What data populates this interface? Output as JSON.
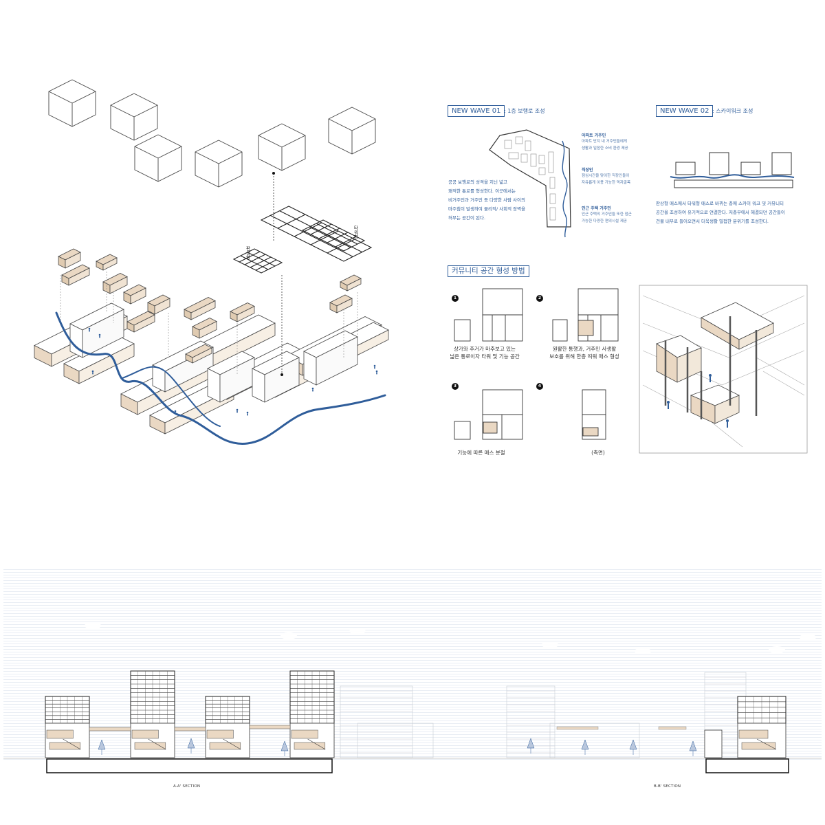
{
  "colors": {
    "accent": "#2f5d9a",
    "wood": "#ead8c3",
    "line": "#333333",
    "sky": "#dfe7f2"
  },
  "axon": {
    "label_left": "판상형",
    "label_right": "타워형"
  },
  "wave01": {
    "title": "NEW WAVE 01",
    "subtitle": ": 1층 보행로 조성",
    "body": [
      "공공 보행로의 성격을 지닌 넓고",
      "쾌적한 통로를 형성한다. 이곳에서는",
      "비거주민과 거주민 등 다양한 사람 사이의",
      "마주침이 발생하여 물리적/ 사회적 장벽을",
      "허무는 공간이 된다."
    ],
    "legend": [
      {
        "head": "아파트 거주민",
        "desc": [
          "아파트 단지 내 거주민들에게",
          "생활과 밀접한 소비 환경 제공"
        ]
      },
      {
        "head": "직장인",
        "desc": [
          "점심시간을 맞이한 직장인들이",
          "자유롭게 이용 가능한 먹자골목"
        ]
      },
      {
        "head": "인근 주택 거주민",
        "desc": [
          "인근 주택의 거주민들 또한 접근",
          "가능한 다양한 편의시설 제공"
        ]
      }
    ]
  },
  "wave02": {
    "title": "NEW WAVE 02",
    "subtitle": ": 스카이워크 조성",
    "body": [
      "판상형 매스에서 타워형 매스로 바뀌는 층에 스카이 워크 및 커뮤니티",
      "공간을 조성하여 유기적으로 연결한다. 저층부에서 해결되던 공간들이",
      "건물 내부로 들어오면서 더욱생활 밀접한 분위기를 조성한다."
    ]
  },
  "community": {
    "title": "커뮤니티 공간 형성 방법",
    "steps": [
      {
        "num": "1",
        "caption": [
          "상가와 주거가 마주보고 있는",
          "넓은 통로이자 타워 및 기능 공간"
        ]
      },
      {
        "num": "2",
        "caption": [
          "원활한 통행과, 거주민 사생활",
          "보호를 위해 한층 띄워 매스 형성"
        ]
      },
      {
        "num": "3",
        "caption": [
          "기능에 따른 매스 분절"
        ]
      },
      {
        "num": "4",
        "caption": [
          "(측면)"
        ]
      }
    ]
  },
  "sections": {
    "a": "A-A' SECTION",
    "b": "B-B' SECTION"
  }
}
